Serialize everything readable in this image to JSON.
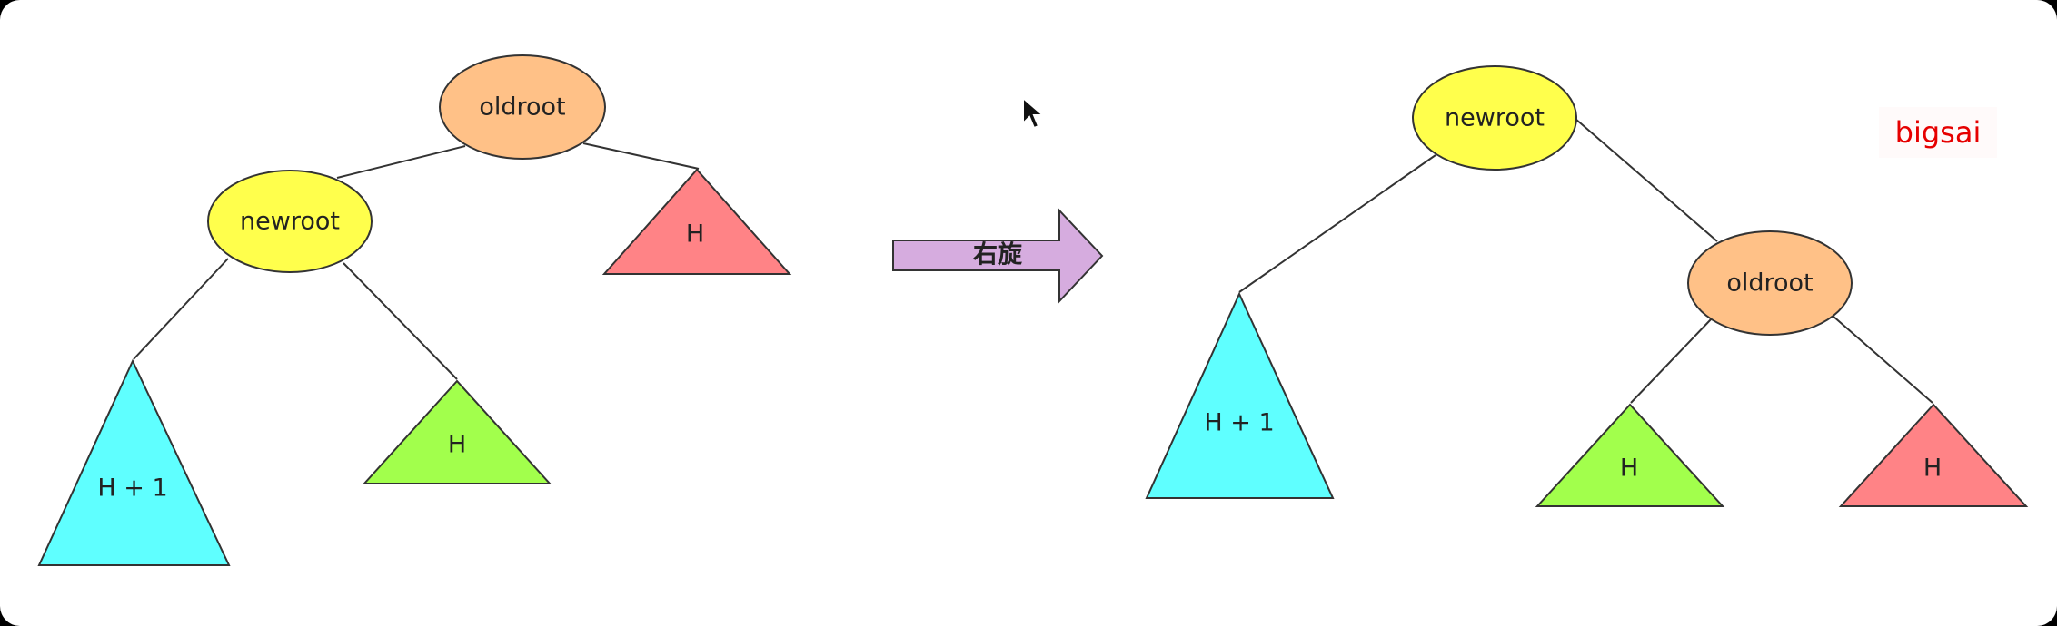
{
  "colors": {
    "oldroot": "#ffc187",
    "newroot": "#ffff4c",
    "tall_subtree": "#5fffff",
    "green_subtree": "#a2ff4c",
    "red_subtree": "#ff8386",
    "arrow": "#d6acdf",
    "watermark": "#e60000"
  },
  "before": {
    "oldroot": "oldroot",
    "newroot": "newroot",
    "right_subtree": "H",
    "newroot_left_subtree": "H + 1",
    "newroot_right_subtree": "H"
  },
  "rotation": {
    "label": "右旋"
  },
  "after": {
    "newroot": "newroot",
    "oldroot": "oldroot",
    "left_subtree": "H + 1",
    "oldroot_left_subtree": "H",
    "oldroot_right_subtree": "H"
  },
  "watermark": "bigsai",
  "icons": {
    "cursor": "mouse-pointer-icon"
  }
}
